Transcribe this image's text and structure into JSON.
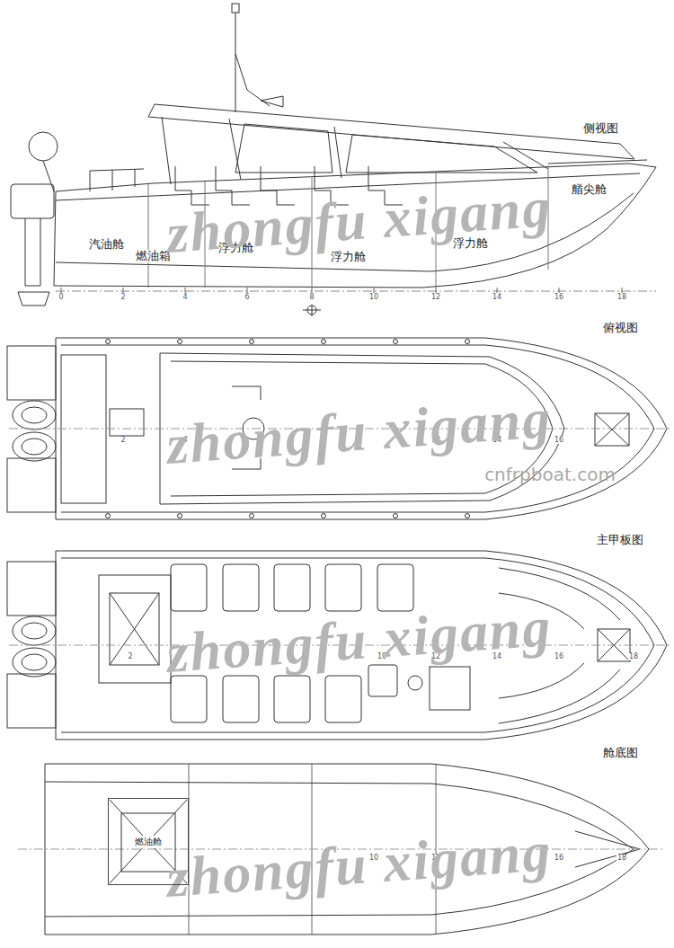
{
  "diagram": {
    "nodes": [
      {
        "text": [
          "燃油舱"
        ]
      }
    ],
    "labels": [
      "侧视图",
      "艏尖舱",
      "汽油舱",
      "燃油箱",
      "浮力舱",
      "浮力舱",
      "浮力舱",
      "0",
      "2",
      "4",
      "6",
      "8",
      "10",
      "12",
      "14",
      "16",
      "18",
      "俯视图",
      "2",
      "4",
      "12",
      "14",
      "16",
      "主甲板图",
      "2",
      "10",
      "12",
      "14",
      "16",
      "18",
      "舱底图",
      "10",
      "12",
      "14",
      "16",
      "18",
      "zhongfu xigang",
      "zhongfu xigang",
      "zhongfu xigang",
      "zhongfu xigang",
      "cnfrpboat.com"
    ]
  }
}
